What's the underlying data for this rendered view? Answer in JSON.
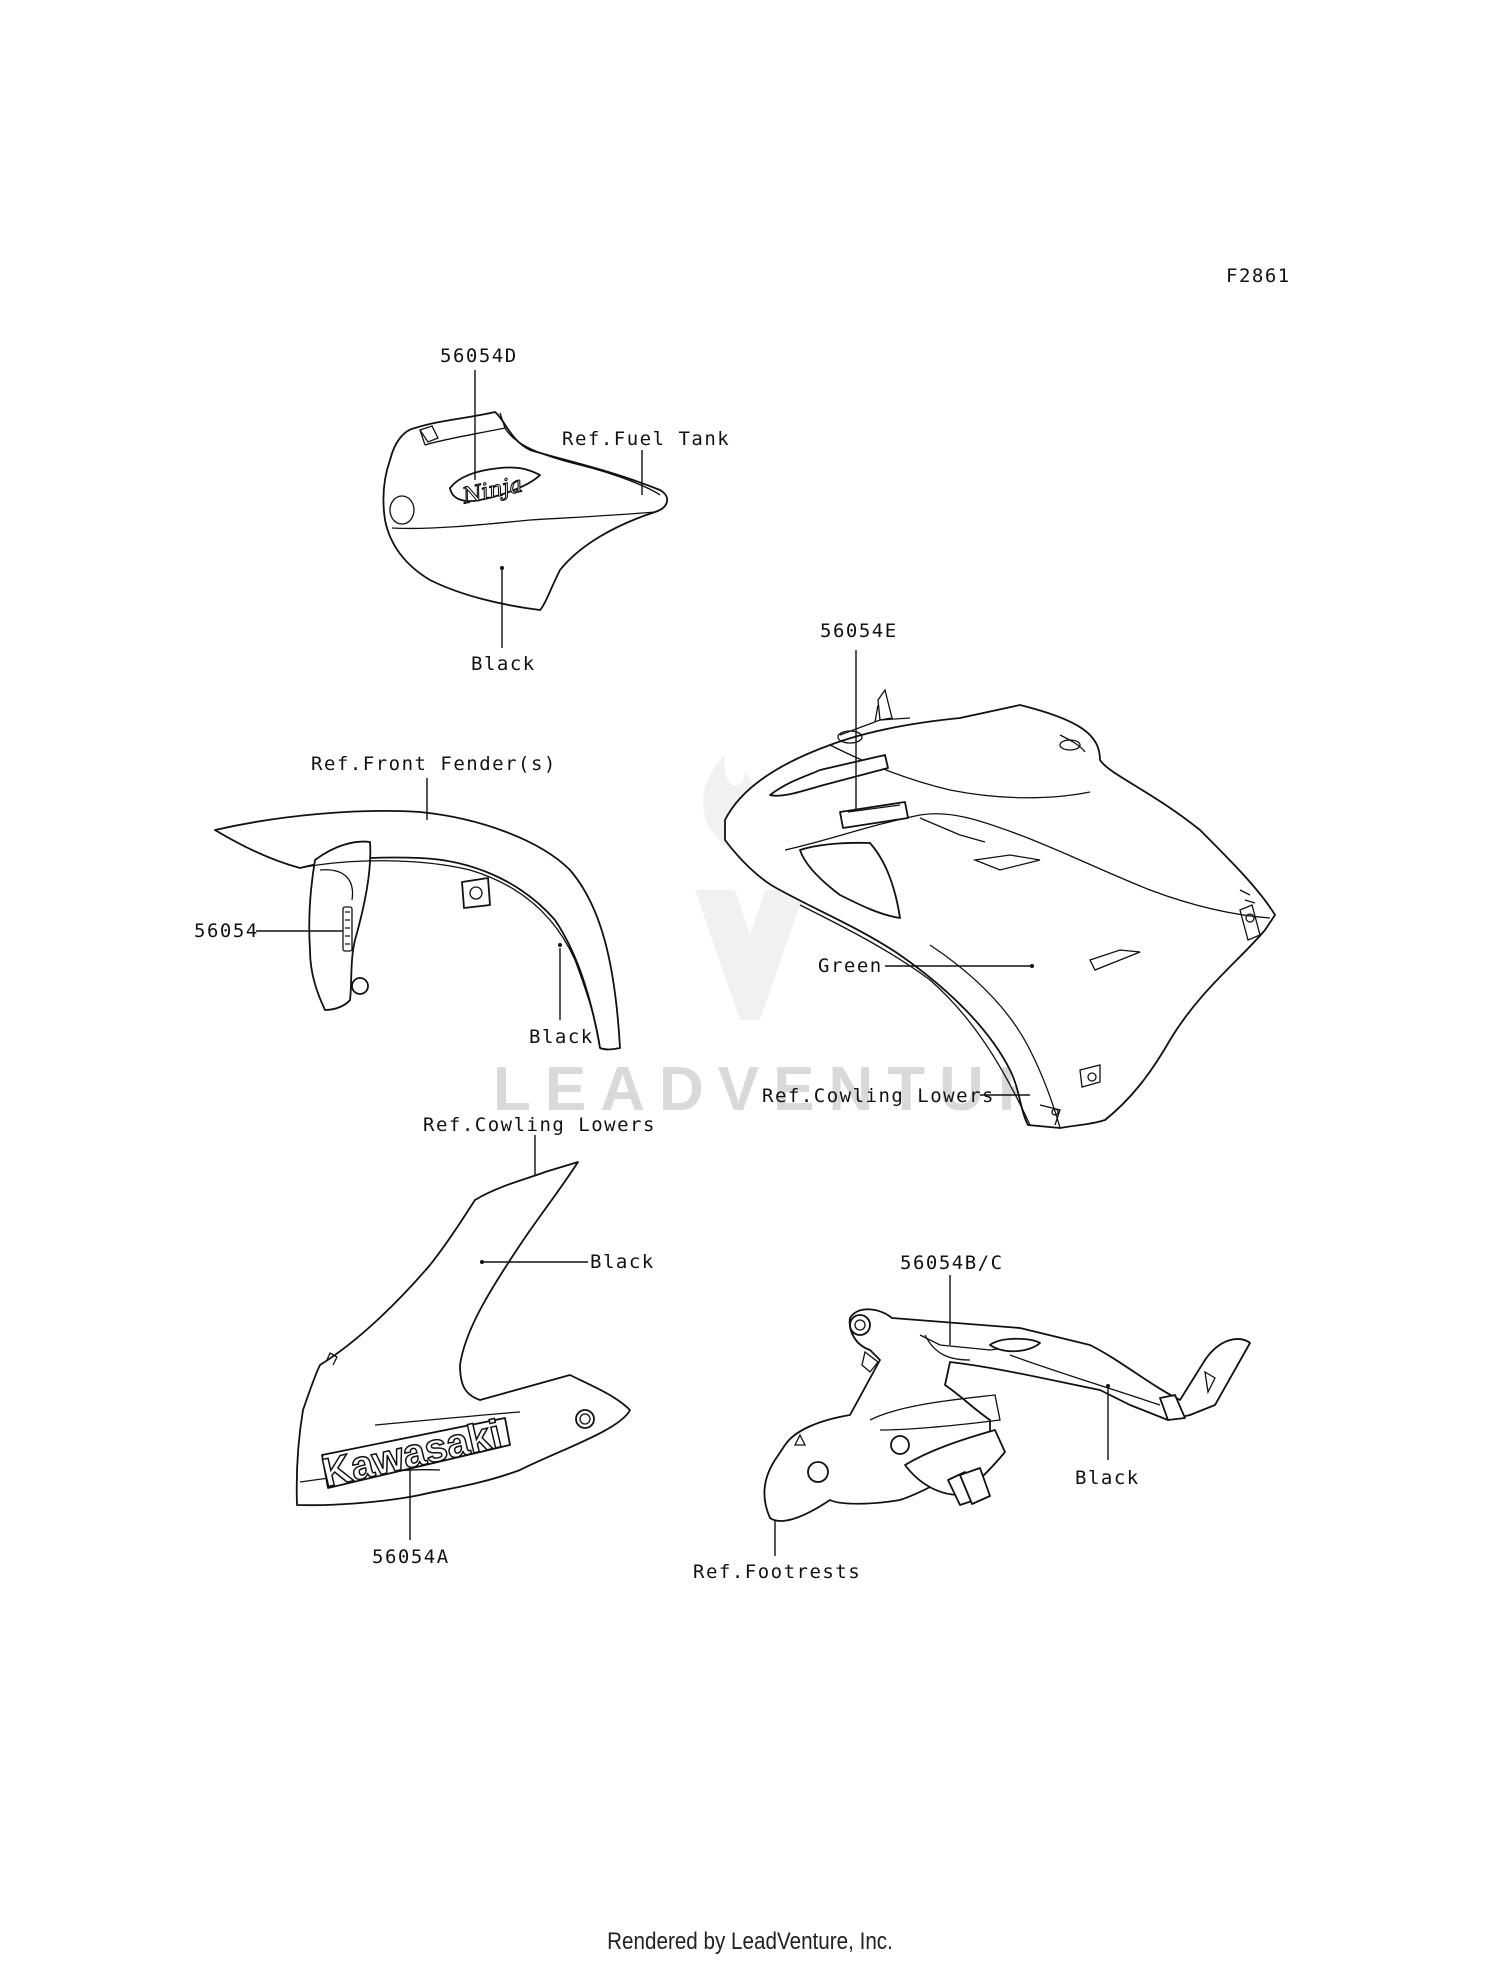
{
  "figure_id": "F2861",
  "watermark": "LEADVENTURE",
  "footer": "Rendered by LeadVenture, Inc.",
  "decal_text": {
    "ninja": "Ninja",
    "kawasaki": "Kawasaki"
  },
  "callouts": {
    "tank_part": "56054D",
    "tank_ref": "Ref.Fuel Tank",
    "tank_color": "Black",
    "cowl_part": "56054E",
    "cowl_color": "Green",
    "cowl_ref": "Ref.Cowling Lowers",
    "fender_ref": "Ref.Front Fender(s)",
    "fender_part": "56054",
    "fender_color": "Black",
    "lower_ref": "Ref.Cowling Lowers",
    "lower_color": "Black",
    "lower_part": "56054A",
    "guard_part": "56054B/C",
    "guard_color": "Black",
    "guard_ref": "Ref.Footrests"
  }
}
